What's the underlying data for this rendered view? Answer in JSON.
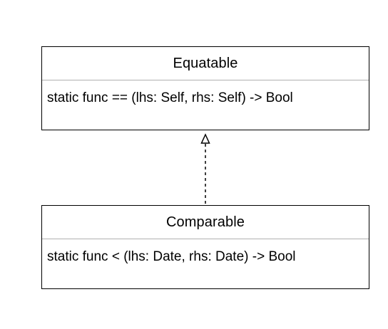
{
  "classes": [
    {
      "name": "Equatable",
      "method": "static func == (lhs: Self, rhs: Self) -> Bool"
    },
    {
      "name": "Comparable",
      "method": "static func < (lhs: Date, rhs: Date) -> Bool"
    }
  ],
  "relationship": {
    "type": "realization",
    "from": "Comparable",
    "to": "Equatable"
  }
}
